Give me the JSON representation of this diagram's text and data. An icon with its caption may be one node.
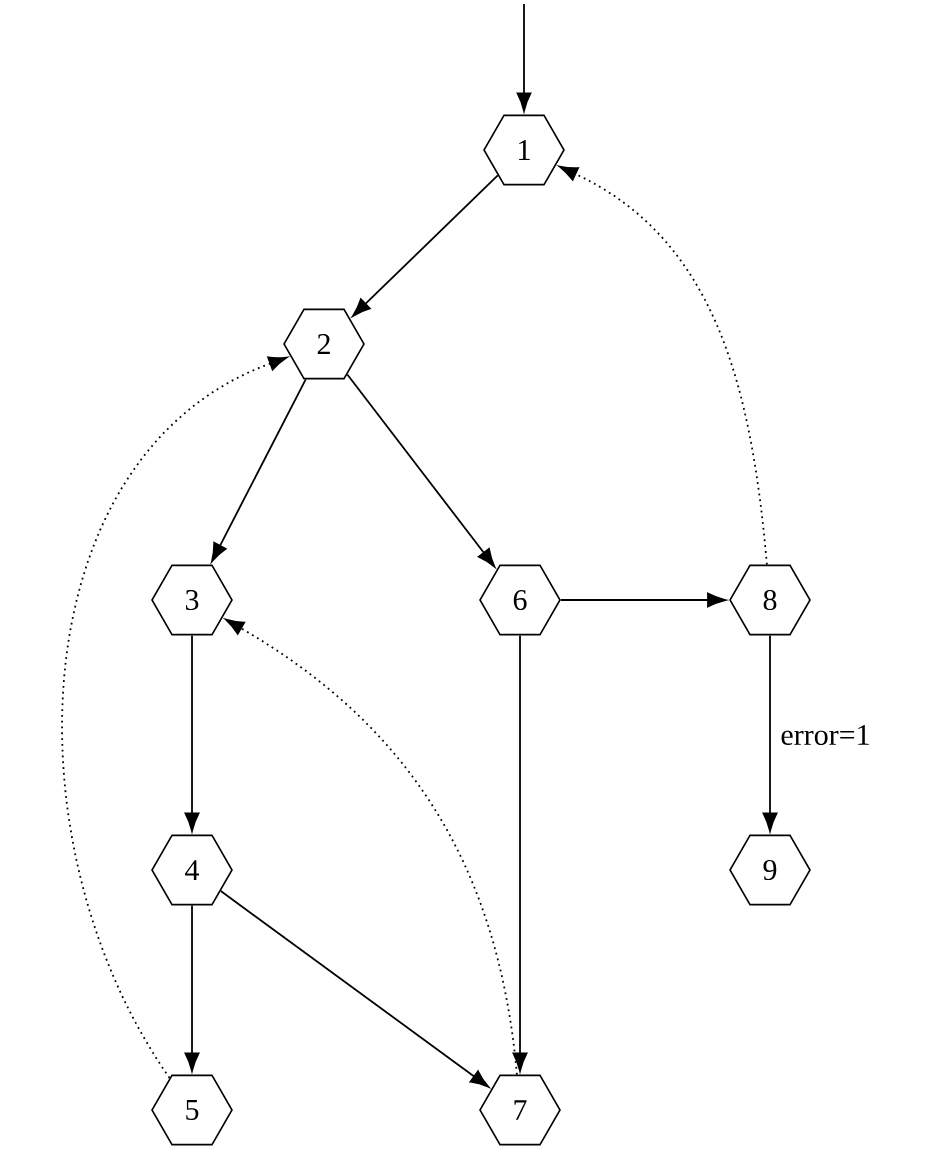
{
  "diagram": {
    "nodes": [
      {
        "text": [
          "1"
        ]
      },
      {
        "text": [
          "2"
        ]
      },
      {
        "text": [
          "3"
        ]
      },
      {
        "text": [
          "4"
        ]
      },
      {
        "text": [
          "5"
        ]
      },
      {
        "text": [
          "6"
        ]
      },
      {
        "text": [
          "7"
        ]
      },
      {
        "text": [
          "8"
        ]
      },
      {
        "text": [
          "9"
        ]
      }
    ],
    "edges": [
      {
        "from": null,
        "to": 0,
        "arrow": "to"
      },
      {
        "from": 0,
        "to": 1,
        "arrow": "to"
      },
      {
        "from": 1,
        "to": 2,
        "arrow": "to"
      },
      {
        "from": 1,
        "to": 5,
        "arrow": "to"
      },
      {
        "from": 5,
        "to": 7,
        "arrow": "to"
      },
      {
        "from": 7,
        "to": 8,
        "arrow": "to",
        "label": "error=1"
      },
      {
        "from": 7,
        "to": 0,
        "arrow": "to",
        "style": "dashed"
      },
      {
        "from": 2,
        "to": 3,
        "arrow": "to"
      },
      {
        "from": 3,
        "to": 4,
        "arrow": "to"
      },
      {
        "from": 3,
        "to": 6,
        "arrow": "to"
      },
      {
        "from": 5,
        "to": 6,
        "arrow": "to"
      },
      {
        "from": 6,
        "to": 2,
        "arrow": "to",
        "style": "dashed"
      },
      {
        "from": 4,
        "to": 1,
        "arrow": "to",
        "style": "dashed"
      }
    ]
  }
}
